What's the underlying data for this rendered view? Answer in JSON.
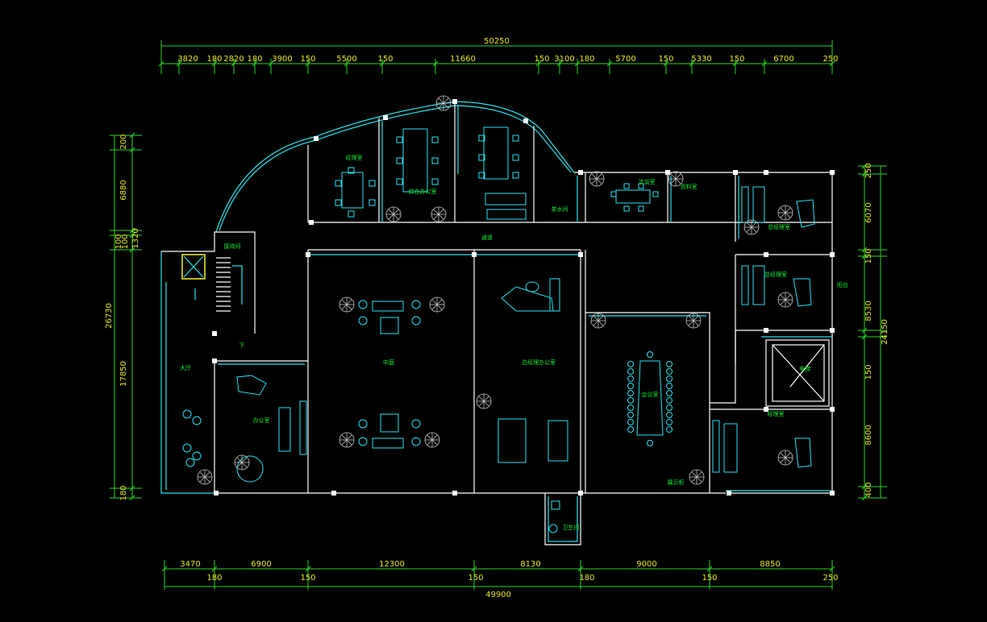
{
  "drawing": {
    "top_overall": "50250",
    "top_segments": [
      "3820",
      "180",
      "2820",
      "180",
      "3900",
      "150",
      "5500",
      "150",
      "11660",
      "150",
      "3100",
      "180",
      "5700",
      "150",
      "5330",
      "150",
      "6700",
      "250"
    ],
    "bottom_overall": "49900",
    "bottom_row1": [
      "3470",
      "6900",
      "12300",
      "8130",
      "9000",
      "8850"
    ],
    "bottom_row2": [
      "180",
      "150",
      "150",
      "180",
      "150",
      "250"
    ],
    "left_overall": "26730",
    "left_segments": [
      "200",
      "6880",
      "100",
      "100",
      "17850",
      "180"
    ],
    "left_sub": "1320",
    "right_overall": "24150",
    "right_segments": [
      "250",
      "6070",
      "150",
      "8530",
      "150",
      "8600",
      "400"
    ]
  },
  "rooms": {
    "manager_office": "经理室",
    "general_office": "综合办公室",
    "corridor": "通道",
    "water_room": "茶水间",
    "meeting_room": "洽谈室",
    "archive": "资料室",
    "gm_office_top": "总经理室",
    "gm_office_mid": "总经理室",
    "reception_left": "接待间",
    "lobby": "大厅",
    "office_left": "办公室",
    "exhibition": "中庭",
    "finance_office": "总经理办公室",
    "conference": "会议室",
    "stair_label": "下",
    "elevator_room": "电梯",
    "gm_office_bottom": "经理室",
    "restroom": "卫生间",
    "balcony": "阳台",
    "display": "展示柜"
  },
  "colors": {
    "background": "#000000",
    "dimension_text": "#e6e61e",
    "dimension_line": "#2ad62a",
    "wall": "#ffffff",
    "glass": "#27e4ee",
    "room_label": "#21ee3a"
  }
}
